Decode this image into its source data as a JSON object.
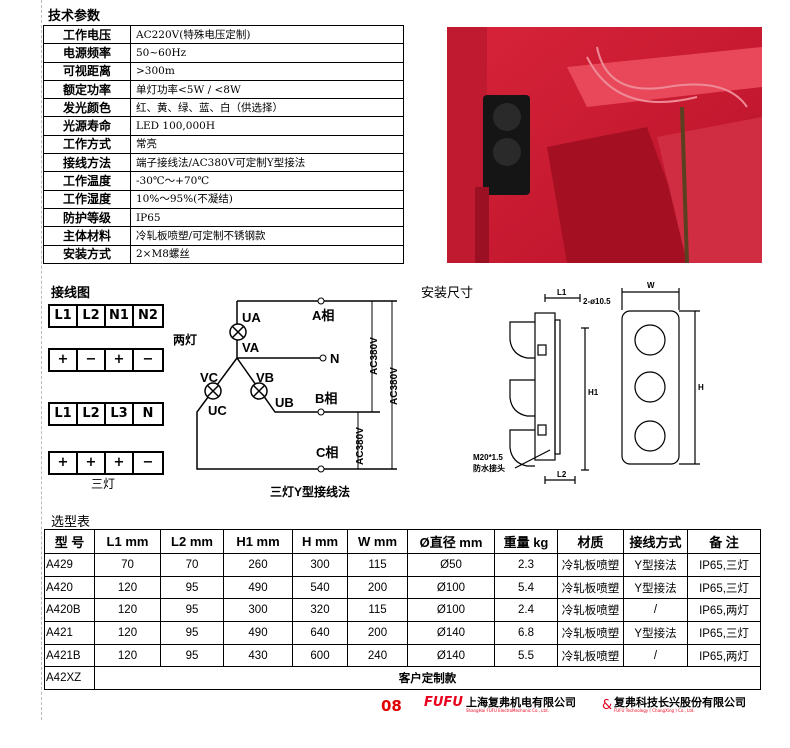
{
  "spec": {
    "title": "技术参数",
    "rows": [
      {
        "k": "工作电压",
        "v": "AC220V(特殊电压定制)"
      },
      {
        "k": "电源频率",
        "v": "50~60Hz"
      },
      {
        "k": "可视距离",
        "v": ">300m"
      },
      {
        "k": "额定功率",
        "v": "单灯功率<5W / <8W"
      },
      {
        "k": "发光颜色",
        "v": "红、黄、绿、蓝、白（供选择）"
      },
      {
        "k": "光源寿命",
        "v": "LED 100,000H"
      },
      {
        "k": "工作方式",
        "v": "常亮"
      },
      {
        "k": "接线方法",
        "v": "端子接线法/AC380V可定制Y型接法"
      },
      {
        "k": "工作温度",
        "v": "-30℃～+70℃"
      },
      {
        "k": "工作湿度",
        "v": "10%～95%(不凝结)"
      },
      {
        "k": "防护等级",
        "v": "IP65"
      },
      {
        "k": "主体材料",
        "v": "冷轧板喷塑/可定制不锈钢款"
      },
      {
        "k": "安装方式",
        "v": "2×M8螺丝"
      }
    ]
  },
  "wiring": {
    "title": "接线图",
    "two_lamp": "两灯",
    "three_lamp": "三灯",
    "rows": [
      [
        "L1",
        "L2",
        "N1",
        "N2"
      ],
      [
        "+",
        "−",
        "+",
        "−"
      ],
      [
        "L1",
        "L2",
        "L3",
        "N"
      ],
      [
        "+",
        "+",
        "+",
        "−"
      ]
    ],
    "diagram": {
      "caption": "三灯Y型接线法",
      "UA": "UA",
      "VA": "VA",
      "VB": "VB",
      "UB": "UB",
      "VC": "VC",
      "UC": "UC",
      "A": "A相",
      "N": "N",
      "B": "B相",
      "C": "C相",
      "v1": "AC380V",
      "v2": "AC380V",
      "v3": "AC380V"
    }
  },
  "install": {
    "title": "安装尺寸",
    "L1": "L1",
    "L2": "L2",
    "hole": "2-ø10.5",
    "H1": "H1",
    "H": "H",
    "W": "W",
    "conn1": "M20*1.5",
    "conn2": "防水接头"
  },
  "selection": {
    "title": "选型表",
    "headers": [
      "型  号",
      "L1 mm",
      "L2 mm",
      "H1 mm",
      "H mm",
      "W mm",
      "Ø直径 mm",
      "重量 kg",
      "材质",
      "接线方式",
      "备  注"
    ],
    "rows": [
      [
        "A429",
        "70",
        "70",
        "260",
        "300",
        "115",
        "Ø50",
        "2.3",
        "冷轧板喷塑",
        "Y型接法",
        "IP65,三灯"
      ],
      [
        "A420",
        "120",
        "95",
        "490",
        "540",
        "200",
        "Ø100",
        "5.4",
        "冷轧板喷塑",
        "Y型接法",
        "IP65,三灯"
      ],
      [
        "A420B",
        "120",
        "95",
        "300",
        "320",
        "115",
        "Ø100",
        "2.4",
        "冷轧板喷塑",
        "/",
        "IP65,两灯"
      ],
      [
        "A421",
        "120",
        "95",
        "490",
        "640",
        "200",
        "Ø140",
        "6.8",
        "冷轧板喷塑",
        "Y型接法",
        "IP65,三灯"
      ],
      [
        "A421B",
        "120",
        "95",
        "430",
        "600",
        "240",
        "Ø140",
        "5.5",
        "冷轧板喷塑",
        "/",
        "IP65,两灯"
      ]
    ],
    "custom": {
      "model": "A42XZ",
      "label": "客户定制款"
    }
  },
  "footer": {
    "page": "08",
    "logo": "FUFU",
    "company1": "上海复弗机电有限公司",
    "company1_en": "ShangHai FUFU ElectroMechanic Co., Ltd.",
    "amp": "&",
    "company2": "复弗科技长兴股份有限公司",
    "company2_en": "FUFU Technology ( ChangXing ) Co., Ltd.",
    "page_color": "#e00000",
    "brand_color": "#e8001c"
  }
}
